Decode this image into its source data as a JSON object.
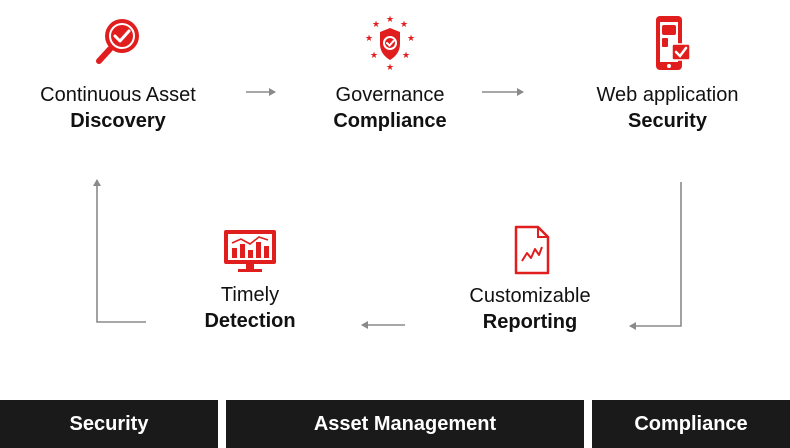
{
  "colors": {
    "accent": "#e01e1e",
    "arrow": "#8a8a8a",
    "bar": "#1a1a1a"
  },
  "nodes": {
    "discovery": {
      "line1": "Continuous Asset",
      "line2": "Discovery",
      "icon": "magnifier-check-icon"
    },
    "governance": {
      "line1": "Governance",
      "line2": "Compliance",
      "icon": "shield-stars-icon"
    },
    "websec": {
      "line1": "Web application",
      "line2": "Security",
      "icon": "phone-check-icon"
    },
    "reporting": {
      "line1": "Customizable",
      "line2": "Reporting",
      "icon": "document-chart-icon"
    },
    "detection": {
      "line1": "Timely",
      "line2": "Detection",
      "icon": "monitor-chart-icon"
    }
  },
  "bottom_bar": {
    "security": "Security",
    "asset_management": "Asset Management",
    "compliance": "Compliance"
  }
}
